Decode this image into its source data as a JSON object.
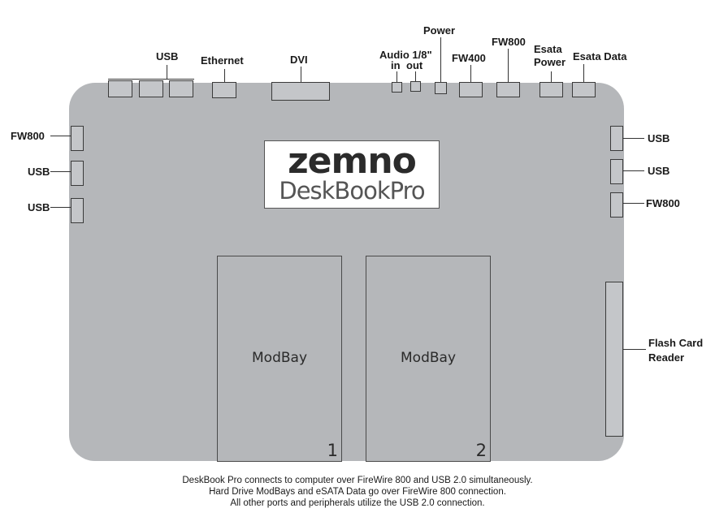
{
  "labels": {
    "top_usb": "USB",
    "ethernet": "Ethernet",
    "dvi": "DVI",
    "audio": "Audio 1/8\"",
    "audio_in": "in",
    "audio_out": "out",
    "power": "Power",
    "fw400": "FW400",
    "fw800_top": "FW800",
    "esata_power_1": "Esata",
    "esata_power_2": "Power",
    "esata_data": "Esata Data",
    "left_fw800": "FW800",
    "left_usb_1": "USB",
    "left_usb_2": "USB",
    "right_usb_1": "USB",
    "right_usb_2": "USB",
    "right_fw800": "FW800",
    "flash_1": "Flash Card",
    "flash_2": "Reader"
  },
  "logo": {
    "brand": "zemno",
    "product": "DeskBookPro"
  },
  "bays": [
    {
      "label": "ModBay",
      "number": "1"
    },
    {
      "label": "ModBay",
      "number": "2"
    }
  ],
  "footer": [
    "DeskBook Pro connects to computer over FireWire 800 and USB 2.0 simultaneously.",
    "Hard Drive ModBays and eSATA Data go over FireWire 800 connection.",
    "All other ports and peripherals utilize the USB 2.0 connection."
  ]
}
